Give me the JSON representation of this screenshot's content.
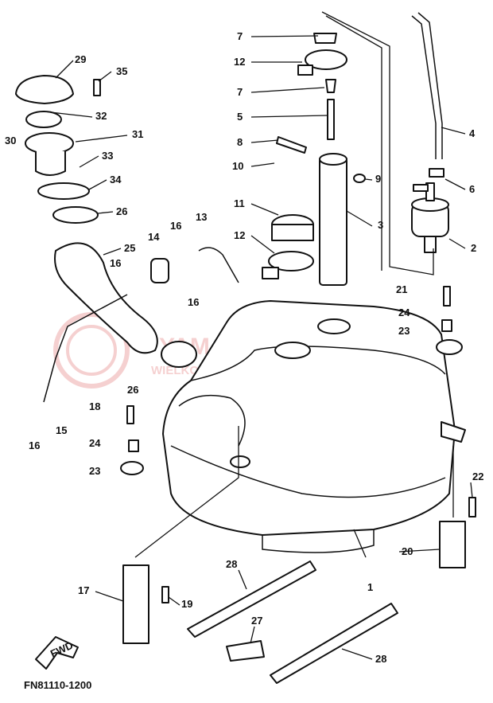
{
  "diagram": {
    "code": "FN81110-1200",
    "fwd_label": "FWD",
    "watermark": {
      "title": "YAMAHA-SKLEP.PL",
      "subtitle": "WIELKOPOLSKI DEALER YAMAHA"
    },
    "callouts": [
      "1",
      "2",
      "3",
      "4",
      "5",
      "6",
      "7",
      "8",
      "9",
      "10",
      "11",
      "12",
      "13",
      "14",
      "15",
      "16",
      "17",
      "18",
      "19",
      "20",
      "21",
      "22",
      "23",
      "24",
      "25",
      "26",
      "27",
      "28",
      "29",
      "30",
      "31",
      "32",
      "33",
      "34",
      "35"
    ]
  }
}
